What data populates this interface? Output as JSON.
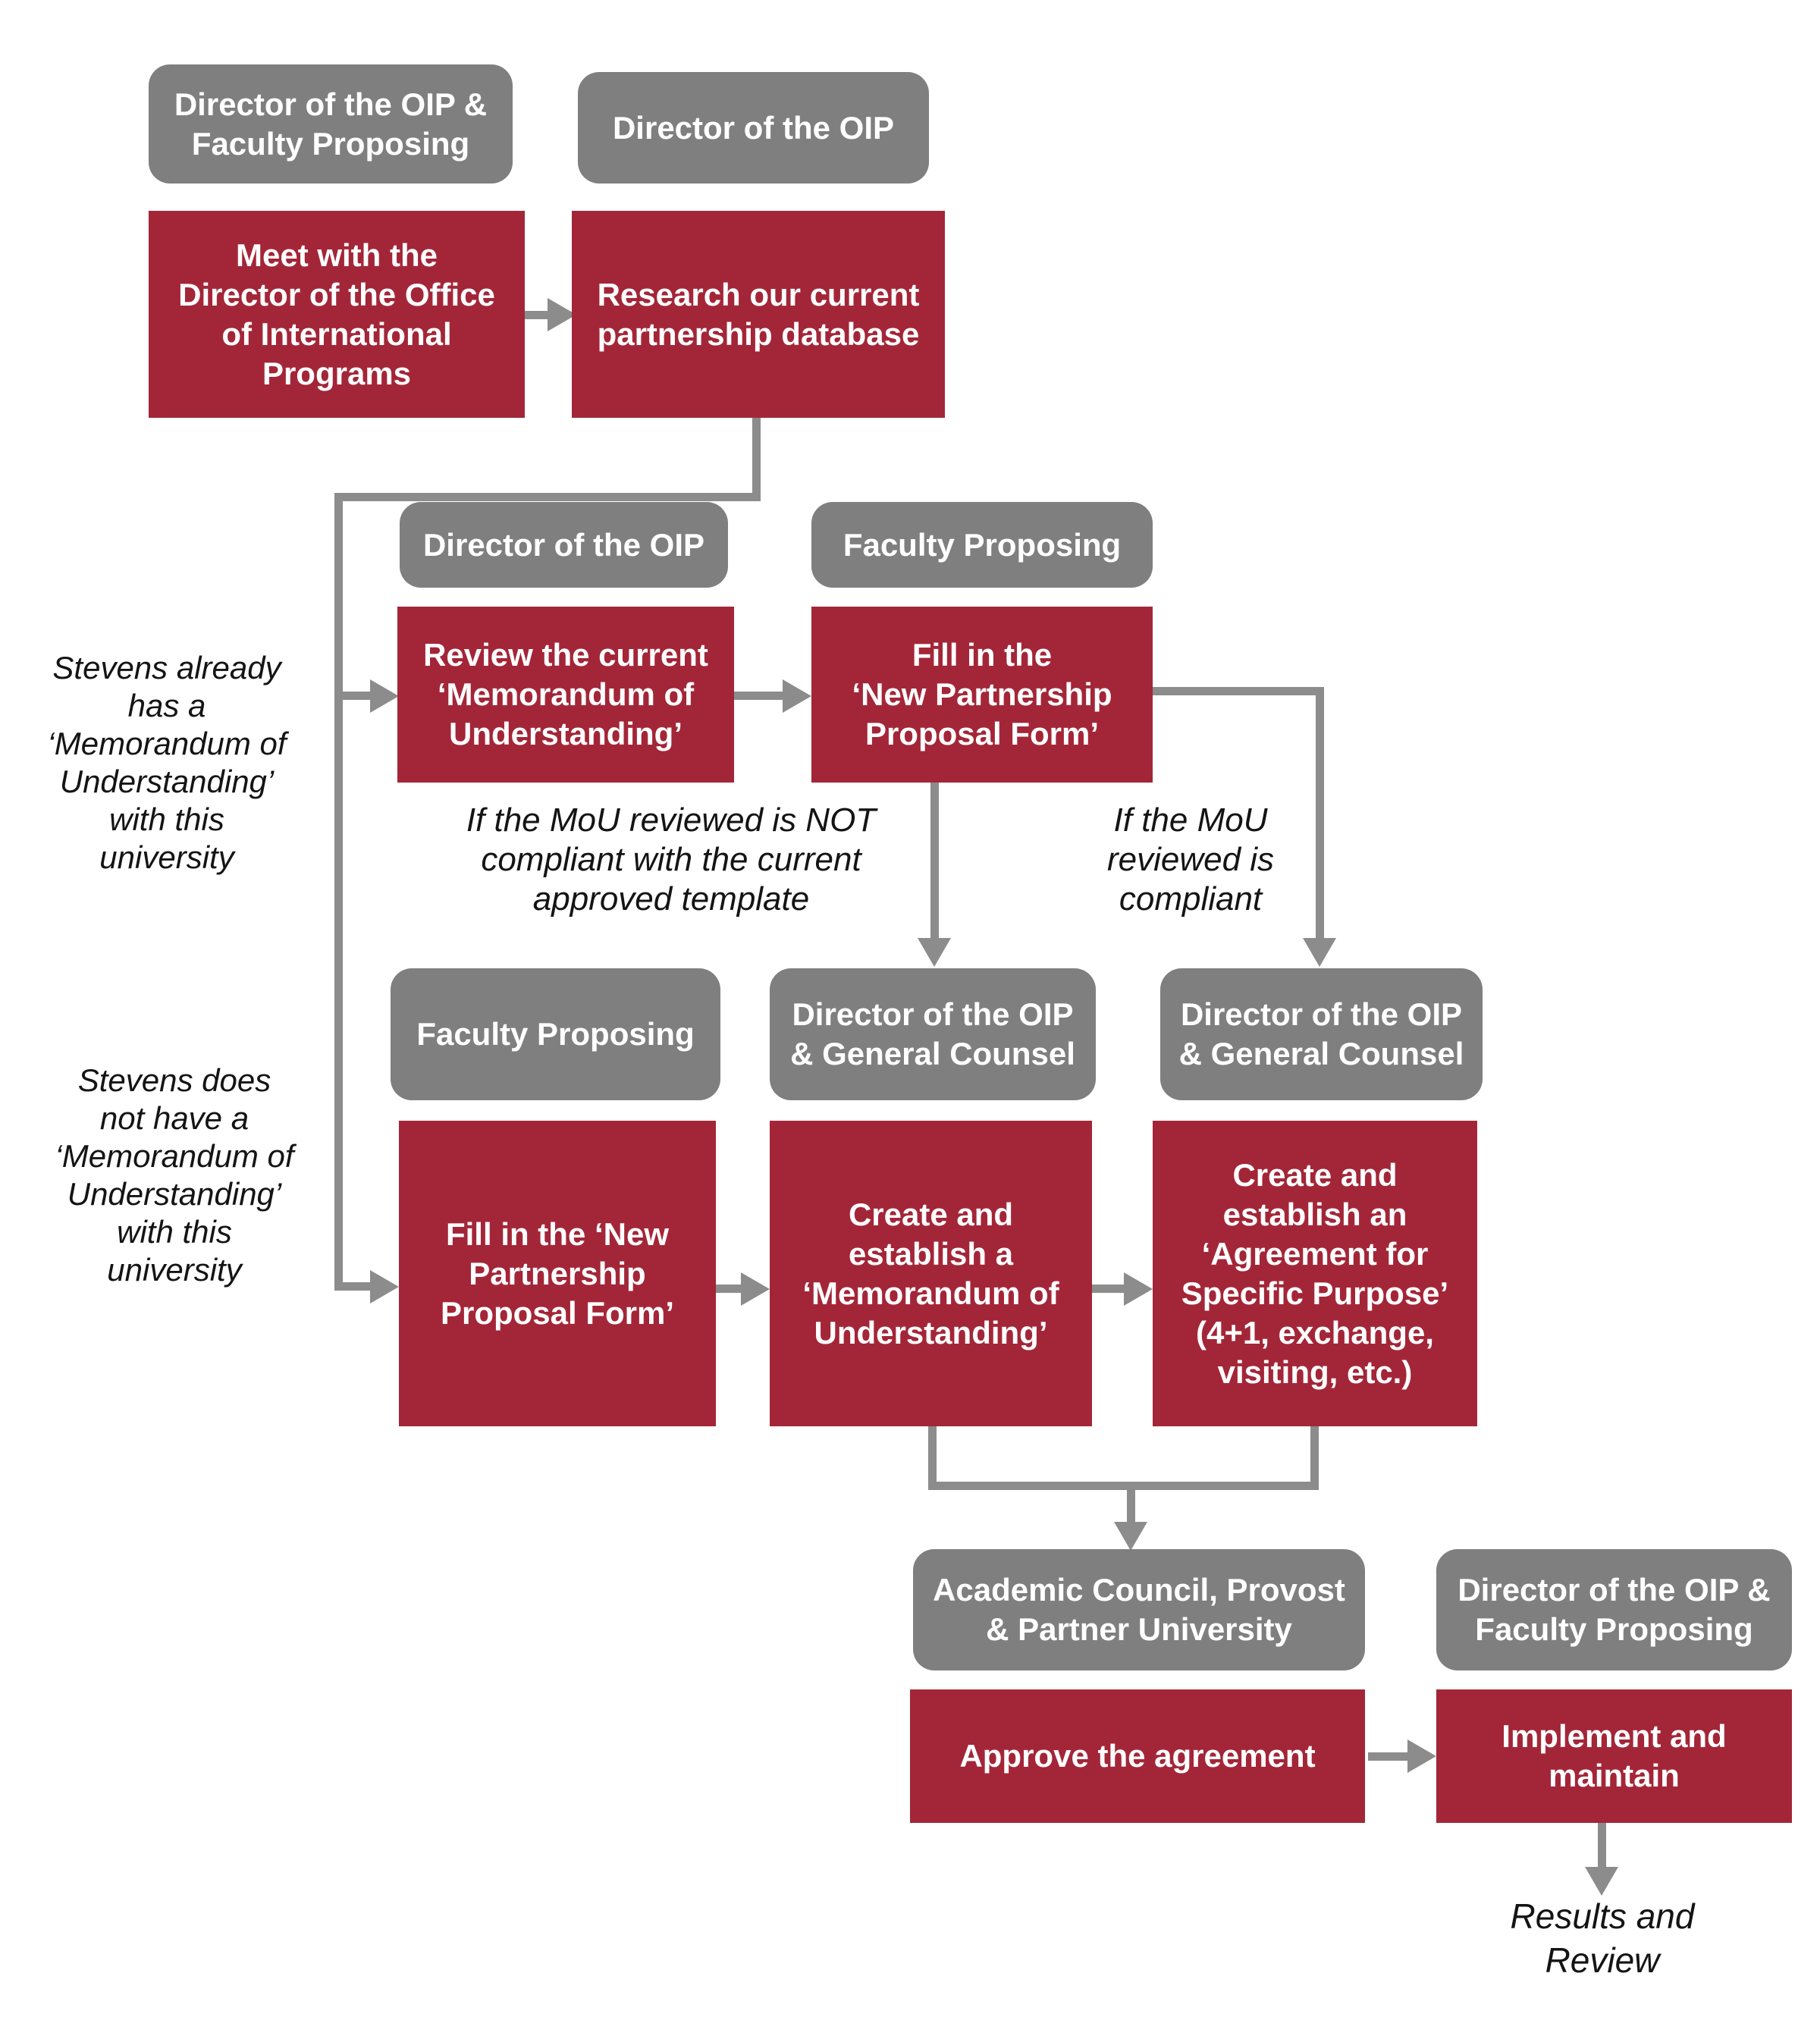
{
  "colors": {
    "action_box": "#a32638",
    "role_box": "#7f7f7f",
    "connector": "#8c8c8c",
    "box_text": "#ffffff",
    "annotation_text": "#141414",
    "background": "#ffffff"
  },
  "flowchart": {
    "nodes": {
      "role_a": {
        "type": "role",
        "label": "Director of the OIP & Faculty Proposing",
        "lines": [
          "Director of the OIP &",
          "Faculty Proposing"
        ]
      },
      "role_b": {
        "type": "role",
        "label": "Director of the OIP",
        "lines": [
          "Director of the OIP"
        ]
      },
      "action_a": {
        "type": "action",
        "label": "Meet with the Director of the Office of International Programs",
        "lines": [
          "Meet with the",
          "Director of the Office",
          "of International",
          "Programs"
        ]
      },
      "action_b": {
        "type": "action",
        "label": "Research our current partnership database",
        "lines": [
          "Research our current",
          "partnership database"
        ]
      },
      "role_c": {
        "type": "role",
        "label": "Director of the OIP",
        "lines": [
          "Director of the OIP"
        ]
      },
      "role_d": {
        "type": "role",
        "label": "Faculty Proposing",
        "lines": [
          "Faculty Proposing"
        ]
      },
      "action_c": {
        "type": "action",
        "label": "Review the current ‘Memorandum of Understanding’",
        "lines": [
          "Review the current",
          "‘Memorandum of",
          "Understanding’"
        ]
      },
      "action_d": {
        "type": "action",
        "label": "Fill in the ‘New Partnership Proposal Form’",
        "lines": [
          "Fill in the",
          "‘New Partnership",
          "Proposal Form’"
        ]
      },
      "role_e": {
        "type": "role",
        "label": "Faculty Proposing",
        "lines": [
          "Faculty Proposing"
        ]
      },
      "role_f": {
        "type": "role",
        "label": "Director of the OIP & General Counsel",
        "lines": [
          "Director of the OIP",
          "& General Counsel"
        ]
      },
      "role_g": {
        "type": "role",
        "label": "Director of the OIP & General Counsel",
        "lines": [
          "Director of the OIP",
          "& General Counsel"
        ]
      },
      "action_e": {
        "type": "action",
        "label": "Fill in the ‘New Partnership Proposal Form’",
        "lines": [
          "Fill in the ‘New",
          "Partnership",
          "Proposal Form’"
        ]
      },
      "action_f": {
        "type": "action",
        "label": "Create and establish a ‘Memorandum of Understanding’",
        "lines": [
          "Create and",
          "establish a",
          "‘Memorandum of",
          "Understanding’"
        ]
      },
      "action_g": {
        "type": "action",
        "label": "Create and establish an ‘Agreement for Specific Purpose’ (4+1, exchange, visiting, etc.)",
        "lines": [
          "Create and",
          "establish an",
          "‘Agreement for",
          "Specific Purpose’",
          "(4+1, exchange,",
          "visiting, etc.)"
        ]
      },
      "role_h": {
        "type": "role",
        "label": "Academic Council, Provost & Partner University",
        "lines": [
          "Academic Council, Provost",
          "& Partner University"
        ]
      },
      "role_i": {
        "type": "role",
        "label": "Director of the OIP & Faculty Proposing",
        "lines": [
          "Director of the OIP &",
          "Faculty Proposing"
        ]
      },
      "action_h": {
        "type": "action",
        "label": "Approve the agreement",
        "lines": [
          "Approve the agreement"
        ]
      },
      "action_i": {
        "type": "action",
        "label": "Implement and maintain",
        "lines": [
          "Implement and",
          "maintain"
        ]
      }
    },
    "annotations": {
      "has_mou": {
        "label": "Stevens already has a ‘Memorandum of Understanding’ with this university",
        "lines": [
          "Stevens already",
          "has a",
          "‘Memorandum of",
          "Understanding’",
          "with this",
          "university"
        ]
      },
      "not_compliant": {
        "label": "If the MoU reviewed is NOT compliant with the current approved template",
        "lines": [
          "If the MoU reviewed is NOT",
          "compliant with the current",
          "approved template"
        ]
      },
      "compliant": {
        "label": "If the MoU reviewed is compliant",
        "lines": [
          "If the MoU",
          "reviewed is",
          "compliant"
        ]
      },
      "no_mou": {
        "label": "Stevens does not have a ‘Memorandum of Understanding’ with this university",
        "lines": [
          "Stevens does",
          "not have a",
          "‘Memorandum of",
          "Understanding’",
          "with this",
          "university"
        ]
      },
      "results": {
        "label": "Results and Review",
        "lines": [
          "Results and",
          "Review"
        ]
      }
    },
    "edges": [
      {
        "from": "Meet with the Director of the Office of International Programs",
        "to": "Research our current partnership database"
      },
      {
        "from": "Research our current partnership database",
        "to": "Review the current ‘Memorandum of Understanding’",
        "condition": "Stevens already has a ‘Memorandum of Understanding’ with this university"
      },
      {
        "from": "Research our current partnership database",
        "to": "Fill in the ‘New Partnership Proposal Form’ (no MoU branch)",
        "condition": "Stevens does not have a ‘Memorandum of Understanding’ with this university"
      },
      {
        "from": "Review the current ‘Memorandum of Understanding’",
        "to": "Fill in the ‘New Partnership Proposal Form’"
      },
      {
        "from": "Fill in the ‘New Partnership Proposal Form’",
        "to": "Create and establish a ‘Memorandum of Understanding’",
        "condition": "If the MoU reviewed is NOT compliant with the current approved template"
      },
      {
        "from": "Fill in the ‘New Partnership Proposal Form’",
        "to": "Create and establish an ‘Agreement for Specific Purpose’",
        "condition": "If the MoU reviewed is compliant"
      },
      {
        "from": "Fill in the ‘New Partnership Proposal Form’ (no MoU branch)",
        "to": "Create and establish a ‘Memorandum of Understanding’"
      },
      {
        "from": "Create and establish a ‘Memorandum of Understanding’",
        "to": "Create and establish an ‘Agreement for Specific Purpose’"
      },
      {
        "from": "Create and establish a ‘Memorandum of Understanding’ + ‘Agreement for Specific Purpose’",
        "to": "Approve the agreement"
      },
      {
        "from": "Approve the agreement",
        "to": "Implement and maintain"
      },
      {
        "from": "Implement and maintain",
        "to": "Results and Review"
      }
    ]
  }
}
